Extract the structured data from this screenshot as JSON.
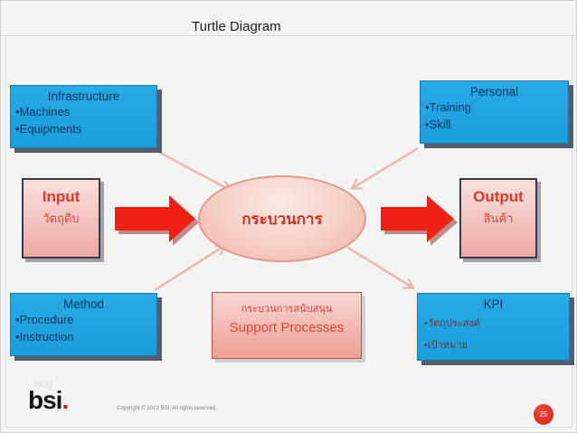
{
  "title": "Turtle Diagram",
  "colors": {
    "box_blue": "#1FA3E0",
    "box_blue_border": "#1878B0",
    "box_shadow_dark": "#3A4254",
    "arrow_red": "#EE2114",
    "pink_light": "#F9E0DD",
    "pink_dark": "#EDA9A2",
    "text_red": "#D6473A",
    "text_navy": "#15325A",
    "diagonal_arrow_pink": "#ECB8B0",
    "page_badge_red": "#DD2417"
  },
  "boxes": {
    "infrastructure": {
      "title": "Infrastructure",
      "items": [
        "•Machines",
        "•Equipments"
      ]
    },
    "personal": {
      "title": "Personal",
      "items": [
        "•Training",
        "•Skill"
      ]
    },
    "method": {
      "title": "Method",
      "items": [
        "•Procedure",
        "•Instruction"
      ]
    },
    "kpi": {
      "title": "KPI",
      "items": [
        "•วัตถุประสงค์",
        "•เป้าหมาย"
      ]
    }
  },
  "input": {
    "title": "Input",
    "subtitle": "วัตถุดิบ"
  },
  "output": {
    "title": "Output",
    "subtitle": "สินค้า"
  },
  "process": {
    "label": "กระบวนการ"
  },
  "support": {
    "label_thai": "กระบวนการสนับสนุน",
    "label_en": "Support Processes"
  },
  "footer": {
    "watermark": "blog",
    "logo": "bsi",
    "logo_dot": ".",
    "copyright": "Copyright © 2013 BSI. All rights reserved.",
    "page_number": "25"
  }
}
